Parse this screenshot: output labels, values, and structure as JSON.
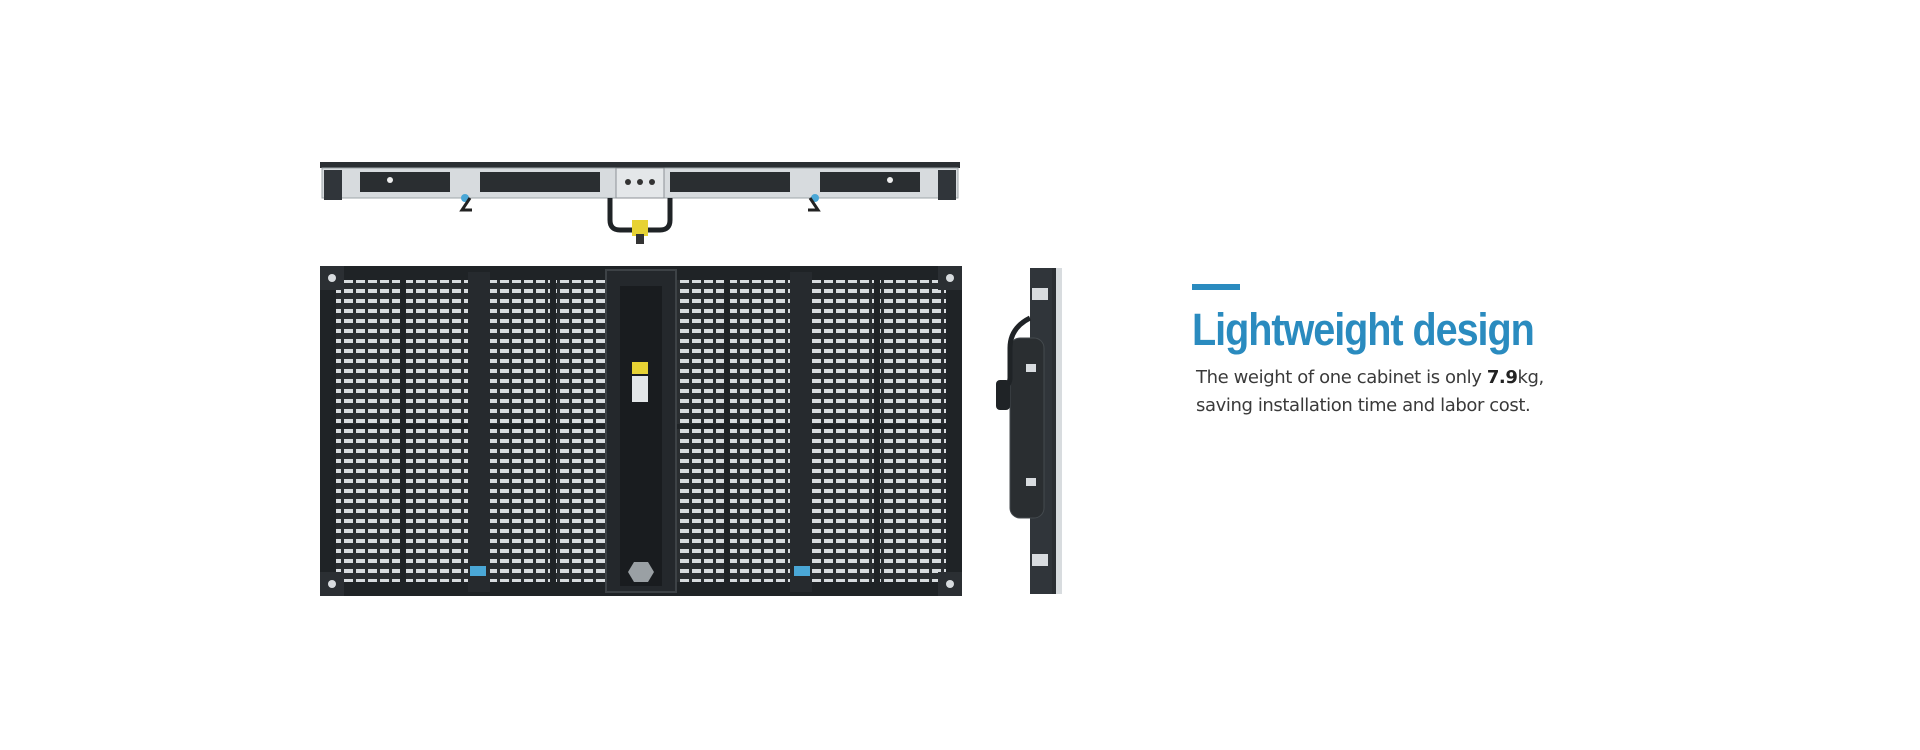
{
  "colors": {
    "accent": "#2a8bbf",
    "frame_dark": "#1f2326",
    "frame_mid": "#3a3f43",
    "metal_light": "#d9dde0",
    "connector_blue": "#4aa7d6",
    "connector_yellow": "#e7d234",
    "text_body": "#3a3a3a"
  },
  "feature": {
    "title": "Lightweight design",
    "desc_prefix": "The weight of one cabinet is only ",
    "weight_value": "7.9",
    "weight_unit": "kg,",
    "desc_line2": "saving installation time and labor cost."
  }
}
